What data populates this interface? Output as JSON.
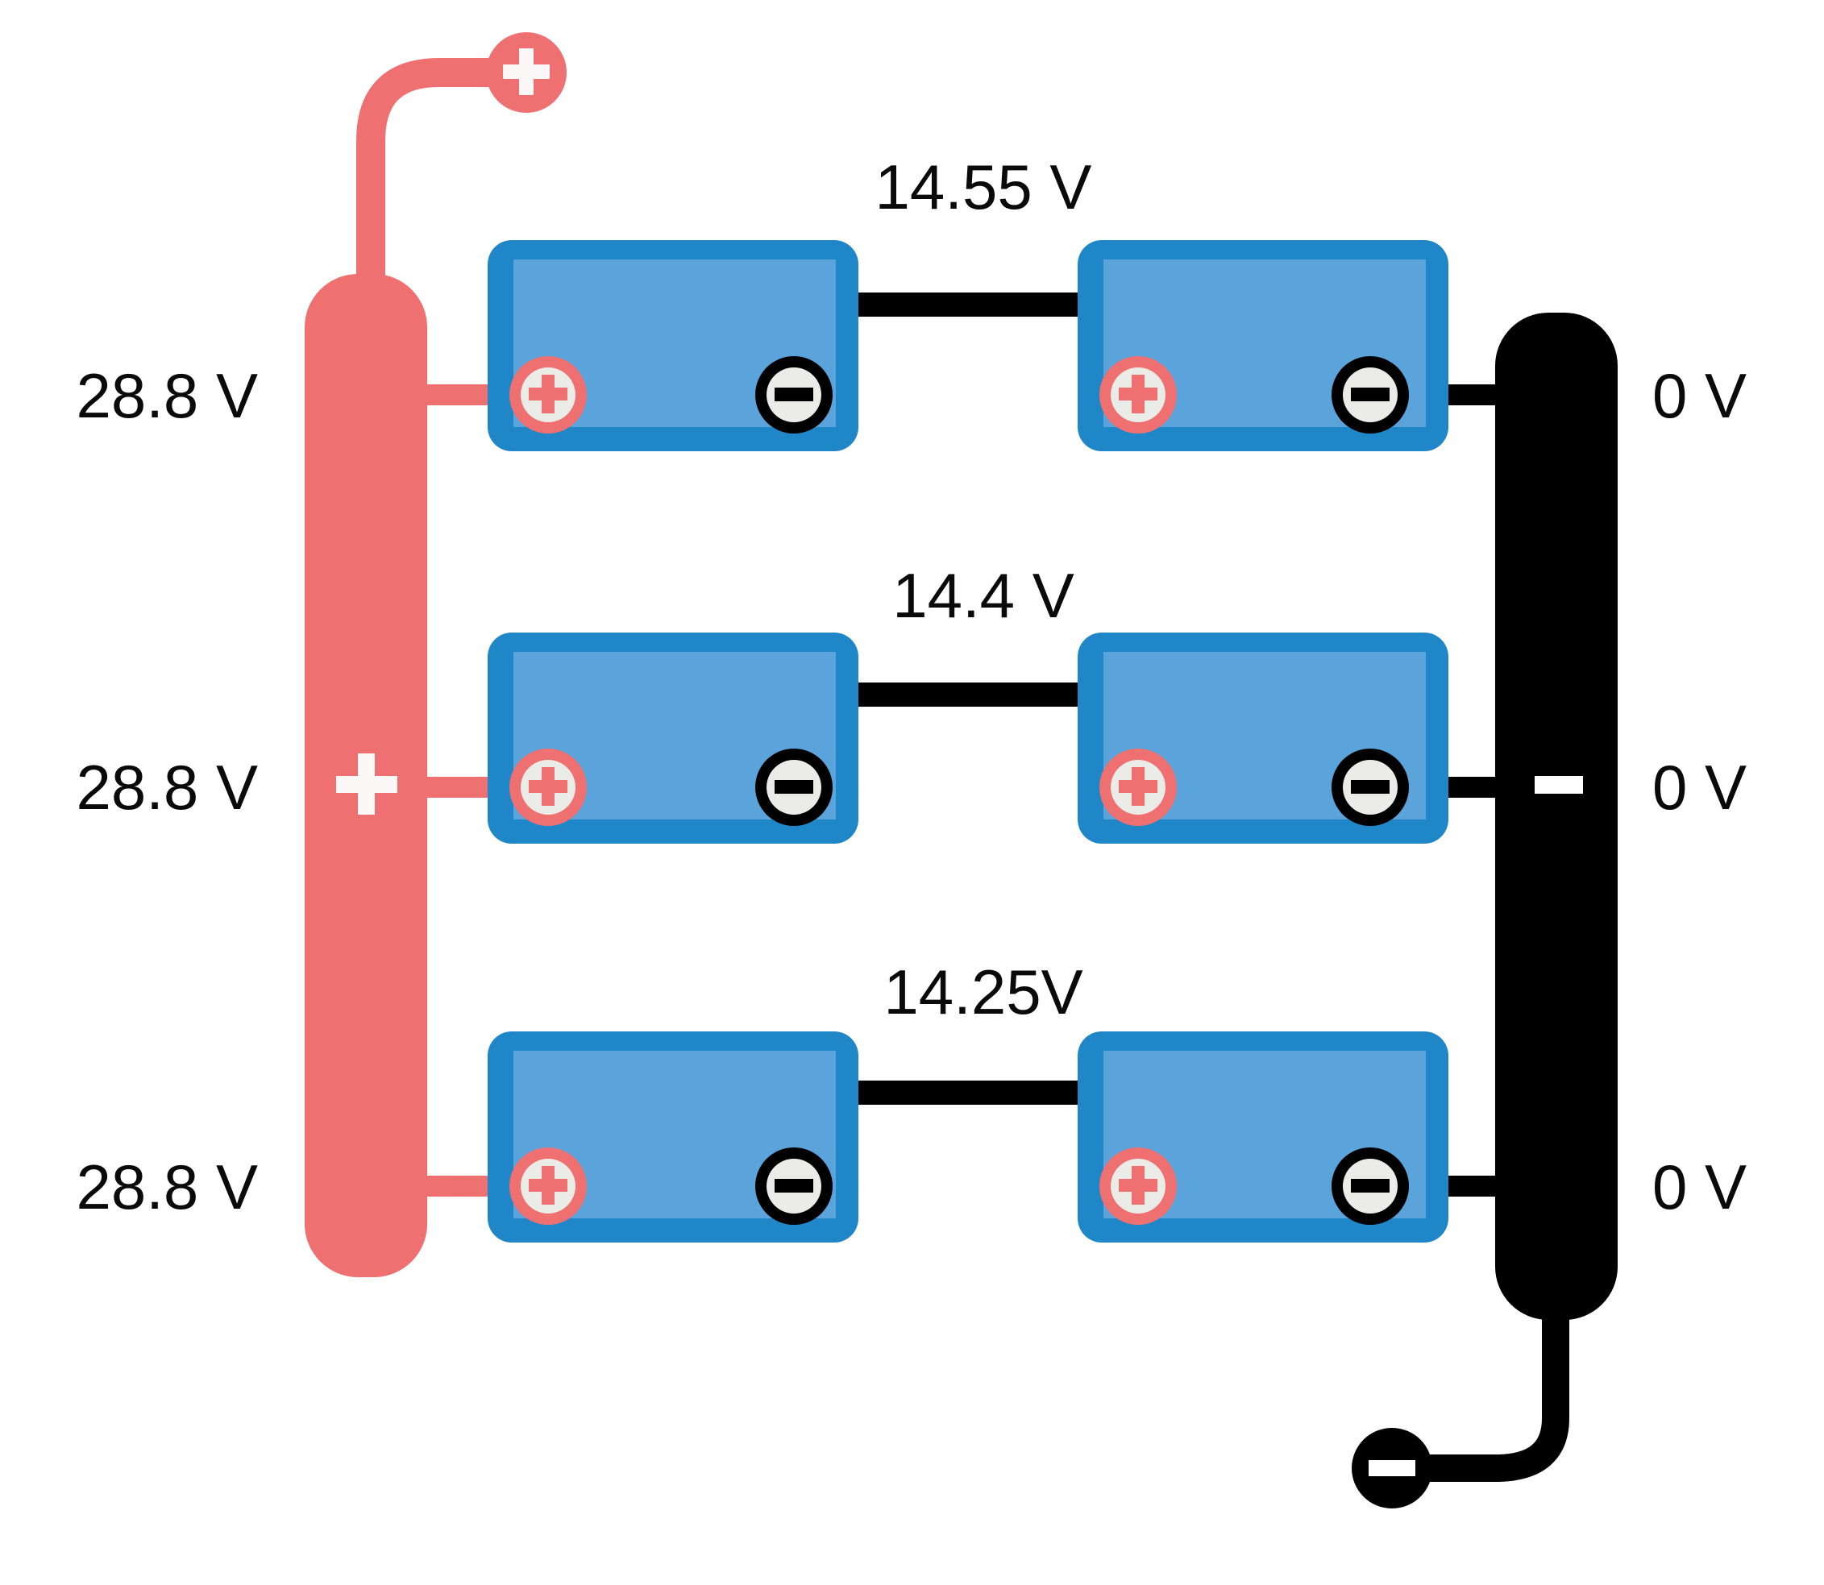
{
  "diagram": {
    "title": "battery-bank-series-parallel-wiring",
    "background_color": "#FFFFFF",
    "colors": {
      "positive_red": "#EE7070",
      "negative_black": "#000000",
      "battery_border_blue": "#1F87C8",
      "battery_fill_blue": "#5BA4DB",
      "terminal_face": "#EBEBE8",
      "label_text": "#0A0A0A"
    },
    "positive_busbar": {
      "name": "positive-busbar",
      "symbol": "+",
      "color": "#EE7070",
      "lead_terminal_symbol": "+"
    },
    "negative_busbar": {
      "name": "negative-busbar",
      "symbol": "−",
      "color": "#000000",
      "lead_terminal_symbol": "−"
    },
    "left_labels": [
      "28.8 V",
      "28.8 V",
      "28.8 V"
    ],
    "right_labels": [
      "0 V",
      "0 V",
      "0 V"
    ],
    "strings": [
      {
        "name": "string-1",
        "midpoint_label": "14.55 V",
        "positive_label": "28.8 V",
        "negative_label": "0 V",
        "batteries": [
          {
            "name": "battery-1a",
            "left_terminal": "+",
            "right_terminal": "−"
          },
          {
            "name": "battery-1b",
            "left_terminal": "+",
            "right_terminal": "−"
          }
        ]
      },
      {
        "name": "string-2",
        "midpoint_label": "14.4 V",
        "positive_label": "28.8 V",
        "negative_label": "0 V",
        "batteries": [
          {
            "name": "battery-2a",
            "left_terminal": "+",
            "right_terminal": "−"
          },
          {
            "name": "battery-2b",
            "left_terminal": "+",
            "right_terminal": "−"
          }
        ]
      },
      {
        "name": "string-3",
        "midpoint_label": "14.25V",
        "positive_label": "28.8 V",
        "negative_label": "0 V",
        "batteries": [
          {
            "name": "battery-3a",
            "left_terminal": "+",
            "right_terminal": "−"
          },
          {
            "name": "battery-3b",
            "left_terminal": "+",
            "right_terminal": "−"
          }
        ]
      }
    ],
    "terminal_symbols": {
      "plus": "+",
      "minus": "−"
    }
  }
}
